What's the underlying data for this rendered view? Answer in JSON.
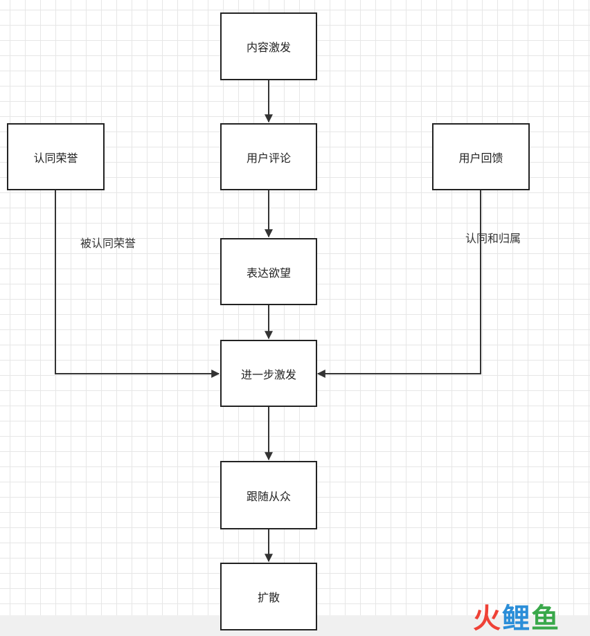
{
  "nodes": {
    "content_stimulus": "内容激发",
    "user_comment": "用户评论",
    "express_desire": "表达欲望",
    "further_stimulus": "进一步激发",
    "follow_crowd": "跟随从众",
    "spread": "扩散",
    "recognition_honor": "认同荣誉",
    "user_feedback": "用户回馈"
  },
  "edge_labels": {
    "left": "被认同荣誉",
    "right": "认同和归属"
  },
  "watermark": {
    "char_1": "火",
    "char_2": "鲤",
    "char_3": "鱼"
  },
  "colors": {
    "stroke": "#333333",
    "grid": "#e6e6e6",
    "watermark_red": "#ef4136",
    "watermark_blue": "#2b8ed8",
    "watermark_green": "#39a84a"
  }
}
